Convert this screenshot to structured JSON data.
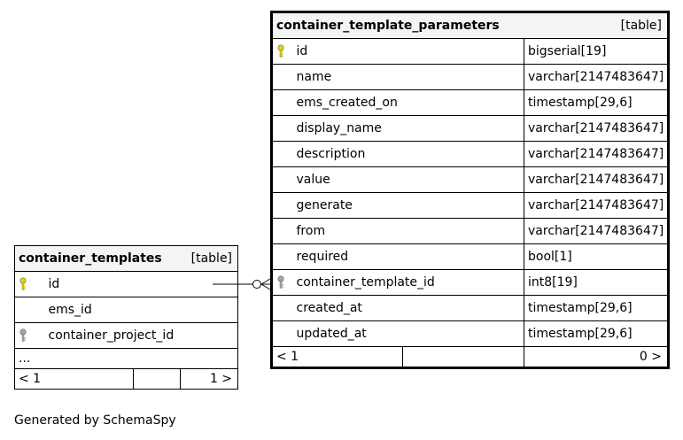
{
  "parent": {
    "name": "container_templates",
    "type": "[table]",
    "columns": [
      {
        "name": "id",
        "key": "primary"
      },
      {
        "name": "ems_id",
        "key": ""
      },
      {
        "name": "container_project_id",
        "key": "foreign"
      }
    ],
    "more": "...",
    "nav_left": "< 1",
    "nav_right": "1 >"
  },
  "child": {
    "name": "container_template_parameters",
    "type": "[table]",
    "columns": [
      {
        "name": "id",
        "type": "bigserial[19]",
        "key": "primary"
      },
      {
        "name": "name",
        "type": "varchar[2147483647]",
        "key": ""
      },
      {
        "name": "ems_created_on",
        "type": "timestamp[29,6]",
        "key": ""
      },
      {
        "name": "display_name",
        "type": "varchar[2147483647]",
        "key": ""
      },
      {
        "name": "description",
        "type": "varchar[2147483647]",
        "key": ""
      },
      {
        "name": "value",
        "type": "varchar[2147483647]",
        "key": ""
      },
      {
        "name": "generate",
        "type": "varchar[2147483647]",
        "key": ""
      },
      {
        "name": "from",
        "type": "varchar[2147483647]",
        "key": ""
      },
      {
        "name": "required",
        "type": "bool[1]",
        "key": ""
      },
      {
        "name": "container_template_id",
        "type": "int8[19]",
        "key": "foreign"
      },
      {
        "name": "created_at",
        "type": "timestamp[29,6]",
        "key": ""
      },
      {
        "name": "updated_at",
        "type": "timestamp[29,6]",
        "key": ""
      }
    ],
    "nav_left": "< 1",
    "nav_right": "0 >"
  },
  "colors": {
    "primary_key": "#e8d200",
    "foreign_key": "#a6a6a6",
    "header_bg": "#f4f4f4"
  },
  "footer": "Generated by SchemaSpy"
}
